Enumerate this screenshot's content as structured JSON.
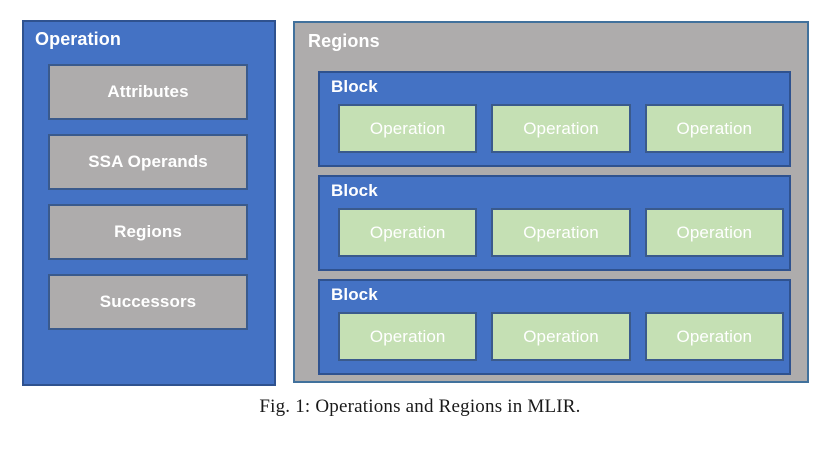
{
  "figure": {
    "caption": "Fig. 1: Operations and Regions in MLIR.",
    "background": "#ffffff"
  },
  "colors": {
    "blue_fill": "#4472C4",
    "blue_border": "#2F528F",
    "gray_fill": "#AEACAC",
    "gray_border": "#41719C",
    "green_fill": "#C5E0B4",
    "box_border": "#3A5A8C",
    "label_text": "#ffffff"
  },
  "operation_panel": {
    "title": "Operation",
    "fields": [
      {
        "label": "Attributes"
      },
      {
        "label": "SSA Operands"
      },
      {
        "label": "Regions"
      },
      {
        "label": "Successors"
      }
    ]
  },
  "regions_panel": {
    "title": "Regions",
    "blocks": [
      {
        "title": "Block",
        "operations": [
          {
            "label": "Operation"
          },
          {
            "label": "Operation"
          },
          {
            "label": "Operation"
          }
        ]
      },
      {
        "title": "Block",
        "operations": [
          {
            "label": "Operation"
          },
          {
            "label": "Operation"
          },
          {
            "label": "Operation"
          }
        ]
      },
      {
        "title": "Block",
        "operations": [
          {
            "label": "Operation"
          },
          {
            "label": "Operation"
          },
          {
            "label": "Operation"
          }
        ]
      }
    ]
  }
}
